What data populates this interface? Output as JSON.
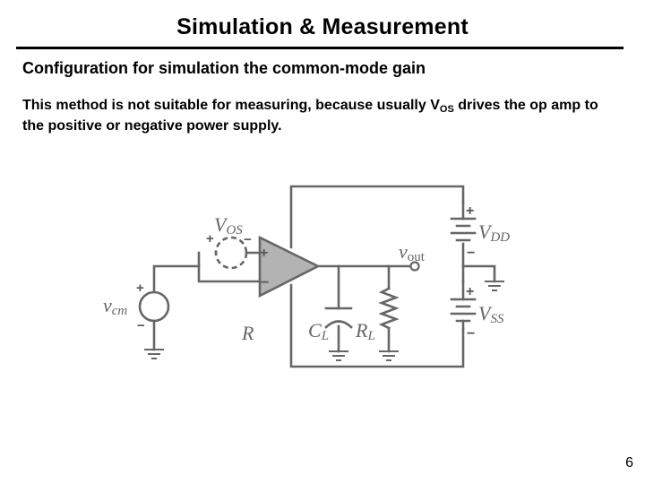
{
  "slide": {
    "title": "Simulation & Measurement",
    "subtitle": "Configuration for simulation the common-mode gain",
    "paragraph": {
      "before_sub": "This method is not suitable for measuring, because usually V",
      "sub": "OS",
      "after_sub": " drives the op amp to the positive or negative power supply."
    },
    "page_number": "6"
  },
  "circuit": {
    "labels": {
      "vcm_main": "v",
      "vcm_sub": "cm",
      "vos_main": "V",
      "vos_sub": "OS",
      "vout_main": "v",
      "vout_sub": "out",
      "vdd_main": "V",
      "vdd_sub": "DD",
      "vss_main": "V",
      "vss_sub": "SS",
      "cl_main": "C",
      "cl_sub": "L",
      "rl_main": "R",
      "rl_sub": "L",
      "r": "R"
    },
    "signs": {
      "plus": "+",
      "minus": "−"
    },
    "colors": {
      "wire": "#666666",
      "opamp_fill": "#b3b3b3"
    }
  }
}
